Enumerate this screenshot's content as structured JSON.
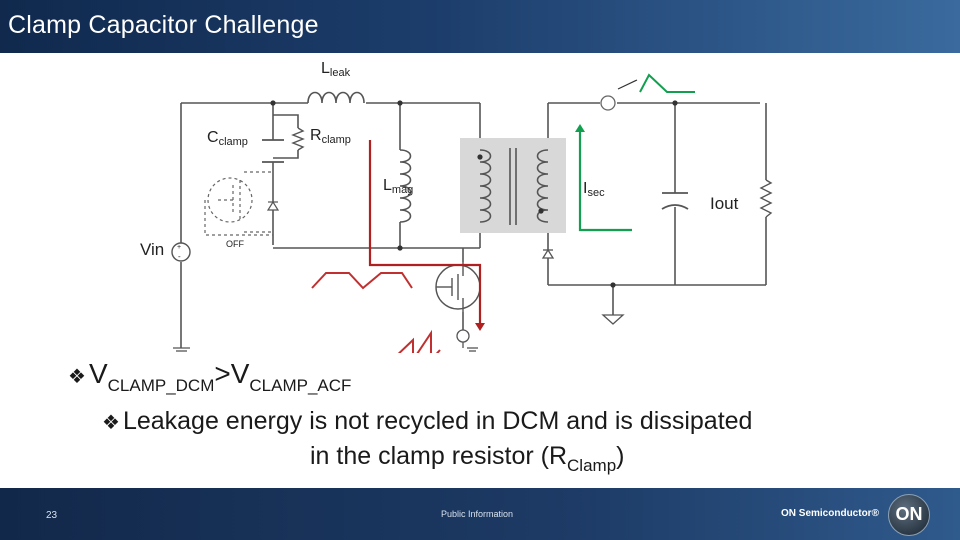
{
  "slide": {
    "title": "Clamp Capacitor Challenge",
    "page_number": "23",
    "classification": "Public Information",
    "brand": "ON Semiconductor®",
    "logo_text": "ON"
  },
  "diagram": {
    "labels": {
      "lleak": "L",
      "lleak_sub": "leak",
      "cclamp": "C",
      "cclamp_sub": "clamp",
      "rclamp": "R",
      "rclamp_sub": "clamp",
      "lmag": "L",
      "lmag_sub": "mag",
      "isec": "I",
      "isec_sub": "sec",
      "vin": "Vin",
      "off": "OFF",
      "iout": "Iout"
    },
    "colors": {
      "wire": "#555555",
      "red_path": "#b02020",
      "green_path": "#12a050",
      "transformer_bg": "#d8d8d8"
    }
  },
  "bullets": {
    "b1_prefix": "V",
    "b1_sub1": "CLAMP_DCM",
    "b1_mid": ">V",
    "b1_sub2": "CLAMP_ACF",
    "b2_line1": "Leakage energy is not recycled in DCM and is dissipated",
    "b2_line2_prefix": "in the clamp resistor (R",
    "b2_line2_sub": "Clamp",
    "b2_line2_suffix": ")"
  },
  "icons": {
    "bullet": "diamond-bullet-icon"
  }
}
